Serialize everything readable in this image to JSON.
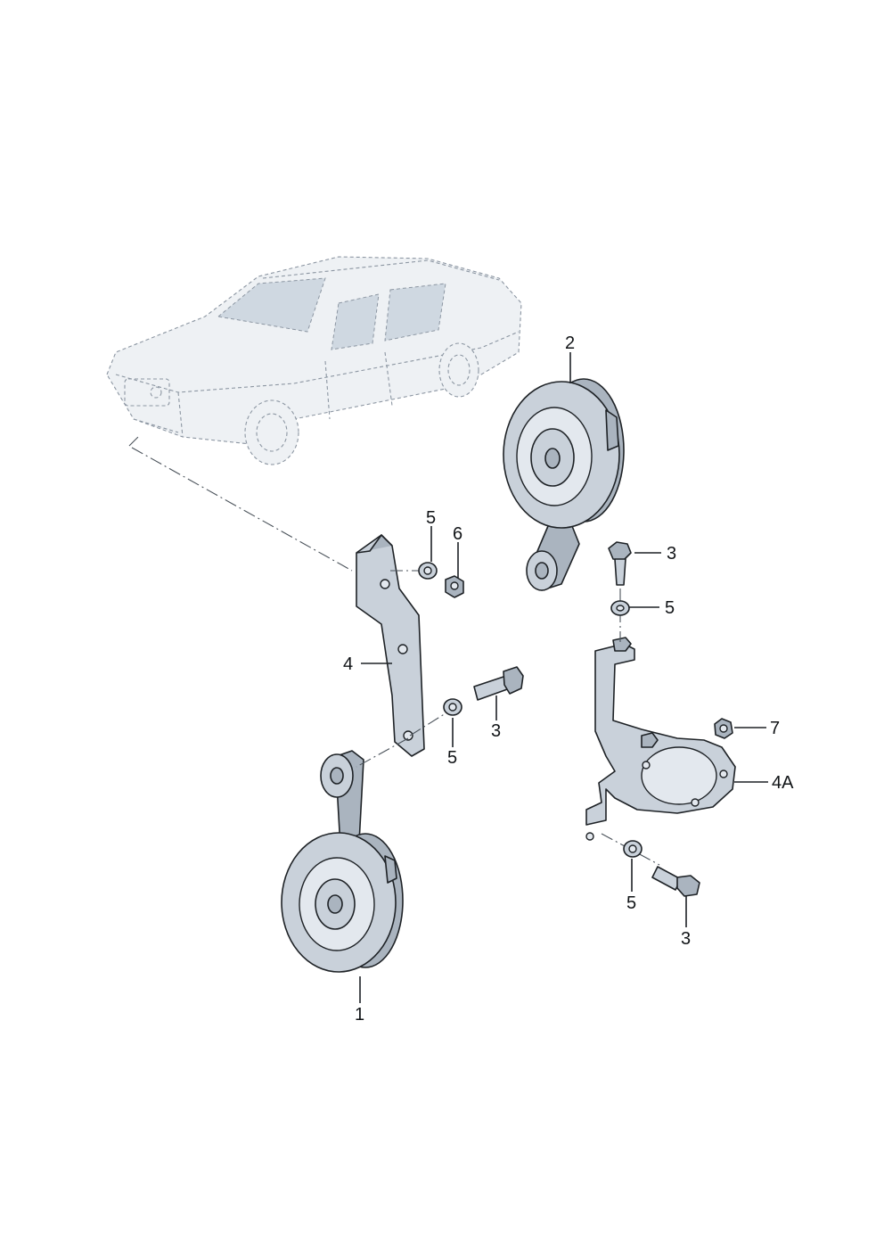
{
  "callouts": {
    "horn_low_label": "1",
    "horn_high_label": "2",
    "bolt_top_right_label": "3",
    "bolt_left_label": "3",
    "bolt_bottom_right_label": "3",
    "bracket_left_label": "4",
    "bracket_right_label": "4A",
    "washer_top_left_label": "5",
    "washer_left_label": "5",
    "washer_top_right_label": "5",
    "washer_bottom_right_label": "5",
    "nut_left_label": "6",
    "nut_right_label": "7"
  },
  "colors": {
    "part_fill": "#c9d1da",
    "outline": "#1e2226",
    "car_outline": "#8c96a2"
  }
}
